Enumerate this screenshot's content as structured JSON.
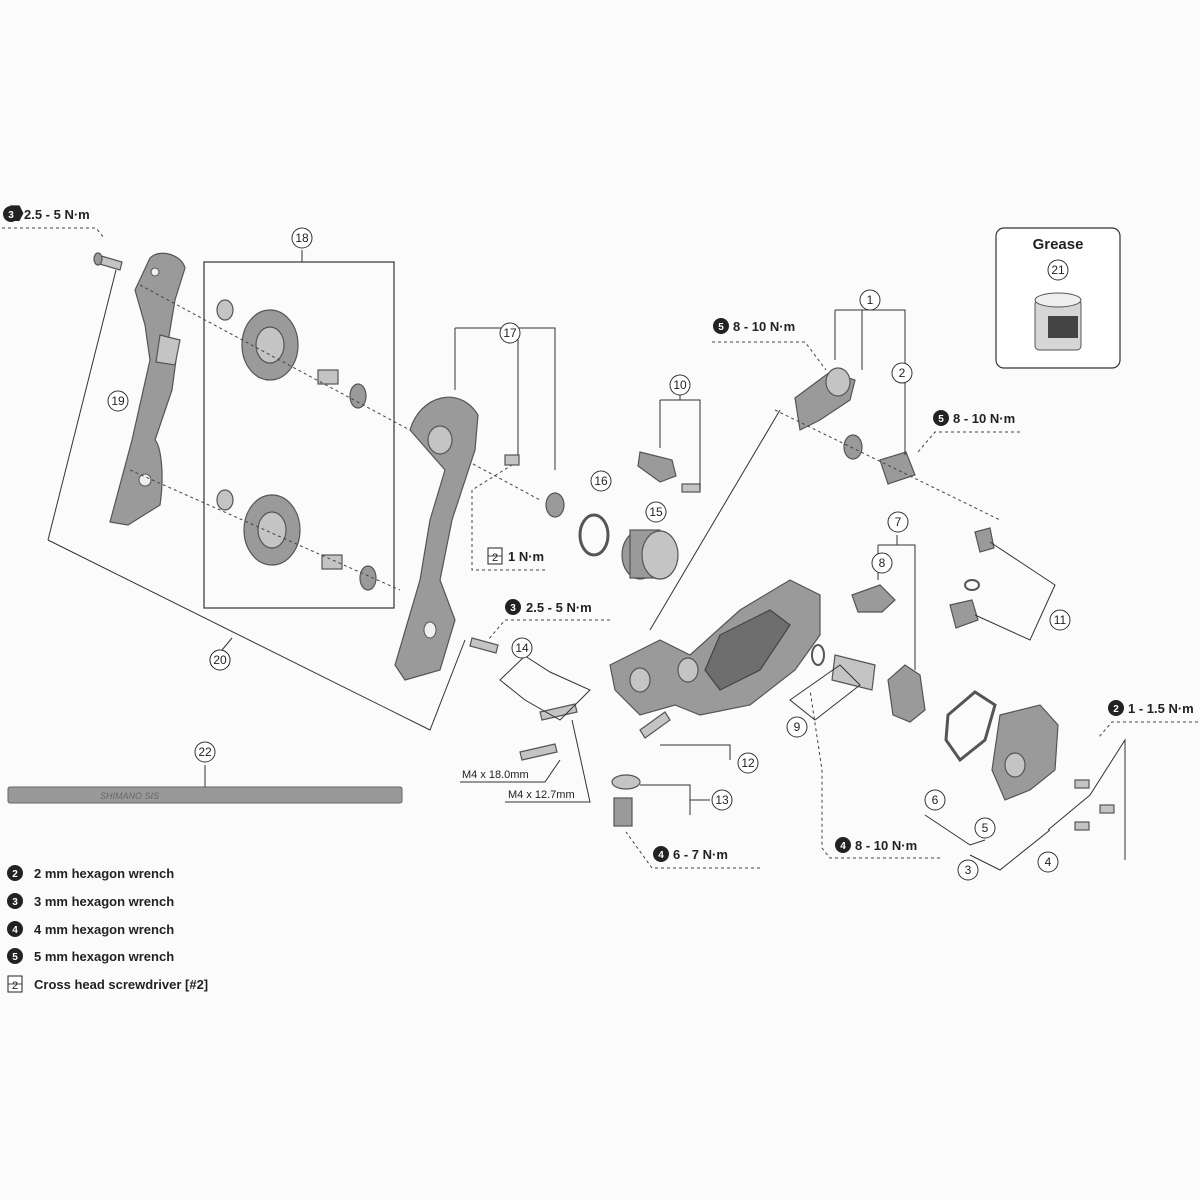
{
  "torque_specs": {
    "t1": {
      "tool": "3",
      "value": "2.5 - 5 N·m"
    },
    "t2": {
      "tool": "5",
      "value": "8 - 10 N·m"
    },
    "t3": {
      "tool": "5",
      "value": "8 - 10 N·m"
    },
    "t4": {
      "tool": "2",
      "value": "1 N·m"
    },
    "t5": {
      "tool": "3",
      "value": "2.5 - 5 N·m"
    },
    "t6": {
      "tool": "2",
      "value": "1 - 1.5 N·m"
    },
    "t7": {
      "tool": "4",
      "value": "8 - 10 N·m"
    },
    "t8": {
      "tool": "4",
      "value": "6 - 7 N·m"
    }
  },
  "grease": {
    "title": "Grease",
    "part_number": "21"
  },
  "part_numbers": [
    "1",
    "2",
    "3",
    "4",
    "5",
    "6",
    "7",
    "8",
    "9",
    "10",
    "11",
    "12",
    "13",
    "14",
    "15",
    "16",
    "17",
    "18",
    "19",
    "20",
    "22"
  ],
  "screw_sizes": {
    "long": "M4 x 18.0mm",
    "short": "M4 x 12.7mm"
  },
  "cable_text": "SHIMANO SIS",
  "legend": [
    {
      "badge": "2",
      "text": "2 mm hexagon wrench"
    },
    {
      "badge": "3",
      "text": "3 mm hexagon wrench"
    },
    {
      "badge": "4",
      "text": "4 mm hexagon wrench"
    },
    {
      "badge": "5",
      "text": "5 mm hexagon wrench"
    },
    {
      "badge": "2",
      "text": "Cross head screwdriver [#2]"
    }
  ],
  "colors": {
    "background": "#fbfbfb",
    "part": "#9a9a9a",
    "line": "#333333"
  }
}
